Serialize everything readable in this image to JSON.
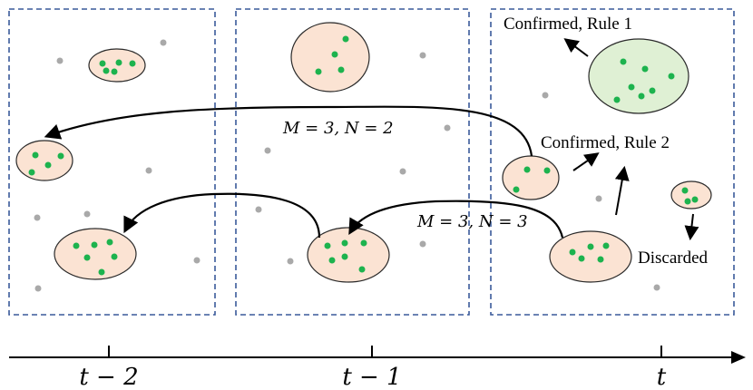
{
  "labels": {
    "confirmed_rule1": "Confirmed, Rule 1",
    "confirmed_rule2": "Confirmed, Rule 2",
    "discarded": "Discarded",
    "link_upper": "M = 3, N = 2",
    "link_lower": "M = 3, N = 3"
  },
  "timeline": {
    "ticks": [
      "t − 2",
      "t − 1",
      "t"
    ]
  },
  "colors": {
    "cluster_fill": "#fbe3d3",
    "confirmed_fill": "#dff0d4",
    "detection_point": "#1db34e",
    "clutter_point": "#a9a9a9",
    "panel_border": "#3a5a9a"
  }
}
